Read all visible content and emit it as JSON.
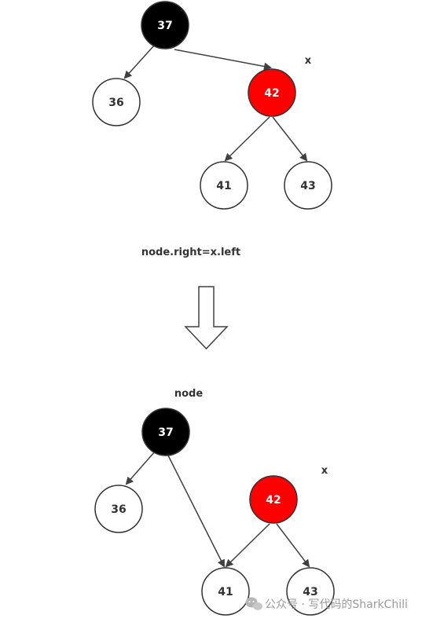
{
  "colors": {
    "black_node": "#000000",
    "red_node": "#ff0000",
    "white_node": "#ffffff",
    "stroke": "#333333",
    "edge": "#404040"
  },
  "top_tree": {
    "pointer_label": "x",
    "nodes": [
      {
        "id": "n37",
        "label": "37",
        "color": "black"
      },
      {
        "id": "n36",
        "label": "36",
        "color": "white"
      },
      {
        "id": "n42",
        "label": "42",
        "color": "red"
      },
      {
        "id": "n41",
        "label": "41",
        "color": "white"
      },
      {
        "id": "n43",
        "label": "43",
        "color": "white"
      }
    ]
  },
  "operation": {
    "label": "node.right=x.left",
    "arrow_icon": "down-arrow-icon"
  },
  "bottom_tree": {
    "node_label": "node",
    "pointer_label": "x",
    "nodes": [
      {
        "id": "m37",
        "label": "37",
        "color": "black"
      },
      {
        "id": "m36",
        "label": "36",
        "color": "white"
      },
      {
        "id": "m42",
        "label": "42",
        "color": "red"
      },
      {
        "id": "m41",
        "label": "41",
        "color": "white"
      },
      {
        "id": "m43",
        "label": "43",
        "color": "white"
      }
    ]
  },
  "watermark": {
    "text": "公众号 · 写代码的SharkChili",
    "icon": "wechat-icon"
  }
}
